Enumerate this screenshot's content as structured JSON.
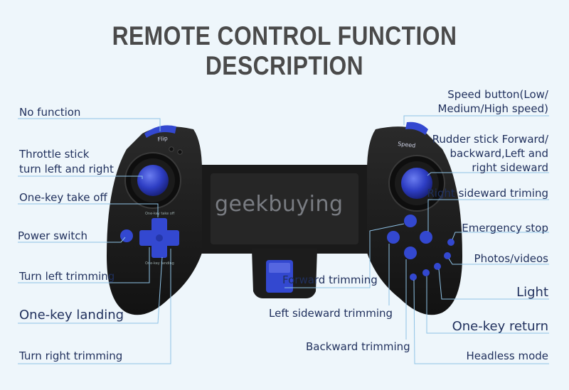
{
  "title": "REMOTE CONTROL FUNCTION DESCRIPTION",
  "watermark": "geekbuying",
  "device_text": {
    "flip": "Flip",
    "speed": "Speed"
  },
  "labels": {
    "no_function": "No function",
    "throttle_1": "Throttle stick",
    "throttle_2": "turn left and right",
    "one_key_take_off": "One-key take off",
    "power_switch": "Power switch",
    "turn_left_trimming": "Turn left trimming",
    "one_key_landing": "One-key landing",
    "turn_right_trimming": "Turn right trimming",
    "speed_1": "Speed button(Low/",
    "speed_2": "Medium/High speed)",
    "rudder_1": "Rudder stick Forward/",
    "rudder_2": "backward,Left and",
    "rudder_3": "right sideward",
    "right_sideward_triming": "Right sideward triming",
    "emergency_stop": "Emergency stop",
    "photos_videos": "Photos/videos",
    "light": "Light",
    "one_key_return": "One-key return",
    "headless_mode": "Headless mode",
    "forward_trimming": "Forward trimming",
    "left_sideward_trimming": "Left sideward trimming",
    "backward_trimming": "Backward trimming"
  },
  "colors": {
    "accent_blue": "#2f3fbf",
    "line_blue": "#8fc3e6",
    "label_text": "#1f2f5c"
  }
}
